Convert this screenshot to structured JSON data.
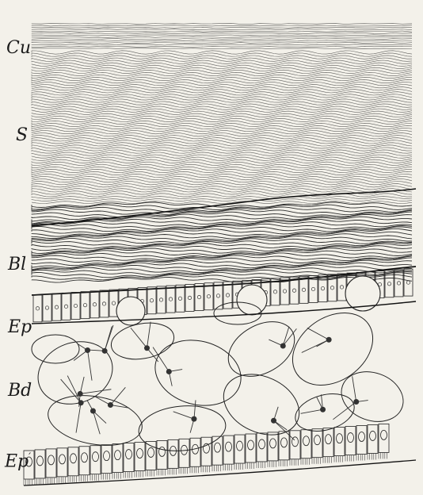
{
  "figure": {
    "labels": {
      "cu": "Cu",
      "s": "S",
      "bl": "Bl",
      "ep": "Ep",
      "bd": "Bd",
      "ep2": "Ep",
      "ep2_prime": "′"
    }
  }
}
